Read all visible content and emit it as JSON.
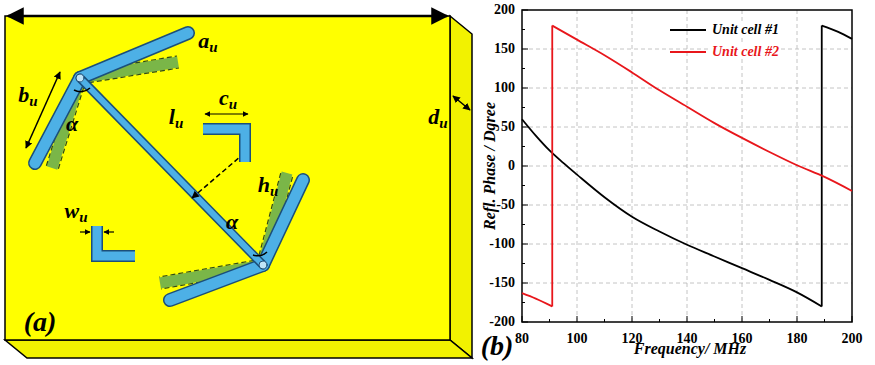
{
  "diagram": {
    "labels": [
      "au",
      "bu",
      "cu",
      "du",
      "lu",
      "hu",
      "wu",
      "α",
      "α",
      "(a)",
      "200",
      "150",
      "100",
      "50",
      "0",
      "-50",
      "-100",
      "-150",
      "-200",
      "80",
      "100",
      "120",
      "140",
      "160",
      "180",
      "200",
      "Refl. Phase / Dgree",
      "Frequency/ MHz",
      "(b)"
    ],
    "legend": [
      {
        "text": "Unit cell #1"
      },
      {
        "text": "Unit cell #2"
      }
    ]
  }
}
